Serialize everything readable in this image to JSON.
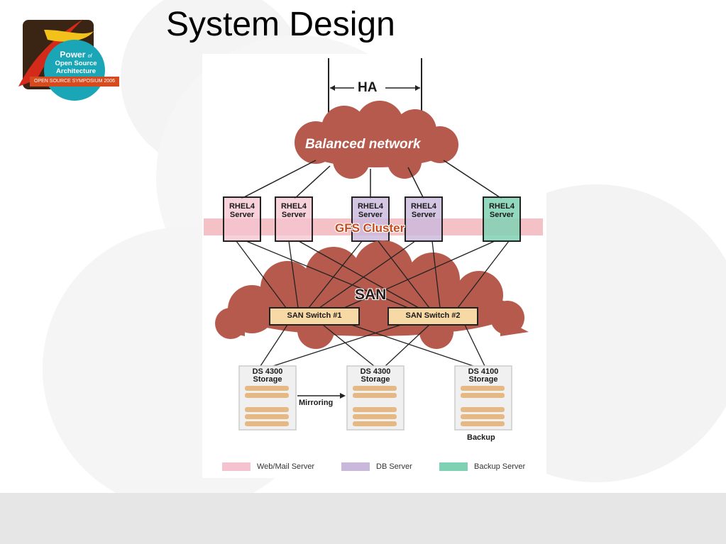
{
  "slide": {
    "title": "System Design"
  },
  "logo": {
    "line1": "Power",
    "line1_small": "of",
    "line2": "Open Source",
    "line3": "Architecture",
    "band": "OPEN SOURCE SYMPOSIUM 2006"
  },
  "diagram": {
    "ha_label": "HA",
    "network_label": "Balanced network",
    "servers": [
      {
        "line1": "RHEL4",
        "line2": "Server",
        "role": "web",
        "color": "#f4c3cf"
      },
      {
        "line1": "RHEL4",
        "line2": "Server",
        "role": "web",
        "color": "#f4c3cf"
      },
      {
        "line1": "RHEL4",
        "line2": "Server",
        "role": "db",
        "color": "#c9b8dc"
      },
      {
        "line1": "RHEL4",
        "line2": "Server",
        "role": "db",
        "color": "#c9b8dc"
      },
      {
        "line1": "RHEL4",
        "line2": "Server",
        "role": "backup",
        "color": "#7fd1b3"
      }
    ],
    "cluster_label": "GFS Cluster",
    "san_label": "SAN",
    "switches": [
      "SAN Switch #1",
      "SAN Switch #2"
    ],
    "storage": [
      {
        "line1": "DS 4300",
        "line2": "Storage"
      },
      {
        "line1": "DS 4300",
        "line2": "Storage"
      },
      {
        "line1": "DS 4100",
        "line2": "Storage"
      }
    ],
    "mirroring_label": "Mirroring",
    "backup_label": "Backup",
    "legend": [
      {
        "label": "Web/Mail Server",
        "color": "#f4c3cf"
      },
      {
        "label": "DB Server",
        "color": "#c9b8dc"
      },
      {
        "label": "Backup Server",
        "color": "#7fd1b3"
      }
    ],
    "colors": {
      "cloud": "#b55a4c",
      "cluster_band": "#f3c1c6",
      "switch_fill": "#f6d9a4",
      "disk_fill": "#e6b984"
    }
  }
}
